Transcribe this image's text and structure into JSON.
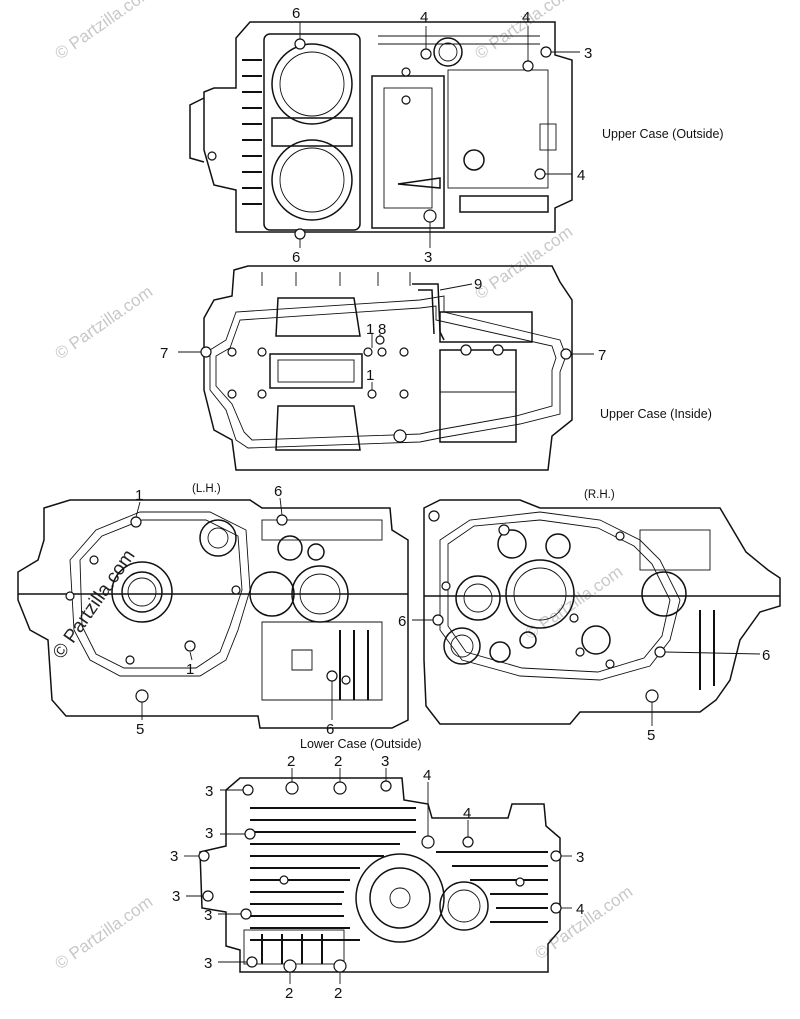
{
  "watermark": "© Partzilla.com",
  "sections": {
    "upper_outside": {
      "caption": "Upper Case (Outside)",
      "callouts": [
        "6",
        "4",
        "4",
        "3",
        "4",
        "6",
        "3"
      ]
    },
    "upper_inside": {
      "caption": "Upper Case (Inside)",
      "callouts": [
        "9",
        "7",
        "1",
        "8",
        "1",
        "7"
      ]
    },
    "lower_sides": {
      "caption": "Lower Case (Outside)",
      "lh_label": "(L.H.)",
      "rh_label": "(R.H.)",
      "lh_callouts": [
        "1",
        "6",
        "1",
        "5",
        "6"
      ],
      "rh_callouts": [
        "6",
        "6",
        "5"
      ]
    },
    "lower_outside": {
      "callouts": [
        "2",
        "2",
        "3",
        "4",
        "3",
        "4",
        "3",
        "3",
        "3",
        "3",
        "3",
        "4",
        "3",
        "2",
        "2"
      ]
    }
  }
}
